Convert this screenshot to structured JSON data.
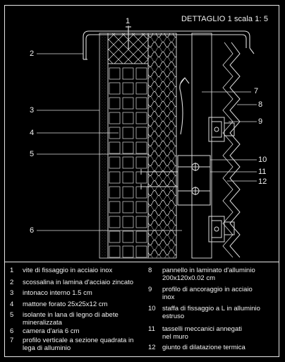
{
  "title": "DETTAGLIO 1  scala 1: 5",
  "callouts": [
    "1",
    "2",
    "3",
    "4",
    "5",
    "6",
    "7",
    "8",
    "9",
    "10",
    "11",
    "12"
  ],
  "legend_left": [
    {
      "num": "1",
      "text": "vite di fissaggio in acciaio inox"
    },
    {
      "num": "2",
      "text": "scossalina in lamina d'acciaio zincato"
    },
    {
      "num": "3",
      "text": "intonaco interno 1.5 cm"
    },
    {
      "num": "4",
      "text": "mattone forato 25x25x12 cm"
    },
    {
      "num": "5",
      "text": "isolante in lana di legno di abete\nmineralizzata"
    },
    {
      "num": "6",
      "text": "camera d'aria 6 cm"
    },
    {
      "num": "7",
      "text": "profilo verticale a sezione quadrata in\nlega di alluminio"
    }
  ],
  "legend_right": [
    {
      "num": "8",
      "text": "pannello in laminato d'alluminio\n200x120x0.02 cm"
    },
    {
      "num": "9",
      "text": "profilo di ancoraggio in acciaio\ninox"
    },
    {
      "num": "10",
      "text": "staffa di fissaggio a L in alluminio\nestruso"
    },
    {
      "num": "11",
      "text": "tasselli meccanici annegati\nnel muro"
    },
    {
      "num": "12",
      "text": "giunto di dilatazione termica"
    }
  ]
}
